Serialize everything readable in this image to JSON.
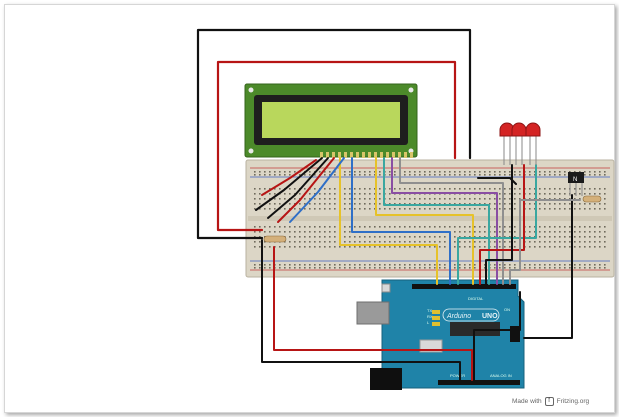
{
  "board": {
    "brand": "Arduino",
    "model": "UNO",
    "labels": {
      "digital": "DIGITAL",
      "power": "POWER",
      "analog_in": "ANALOG IN",
      "tx": "TX",
      "rx": "RX",
      "l": "L",
      "on": "ON"
    }
  },
  "transistor_marking": "N",
  "footer": {
    "made_with": "Made with",
    "fritzing": "Fritzing.org",
    "logo_glyph": "f"
  },
  "colors": {
    "lcd_pcb": "#4c8a2a",
    "lcd_screen": "#b9d75c",
    "breadboard": "#ded7c5",
    "arduino": "#1f83a8",
    "led": "#d42424",
    "wire_black": "#111111",
    "wire_red": "#b71515",
    "wire_blue": "#2f6fc7",
    "wire_yellow": "#e6c22a",
    "wire_purple": "#8a4ea3",
    "wire_teal": "#3aa7a0",
    "wire_gray": "#8f8f8f"
  }
}
